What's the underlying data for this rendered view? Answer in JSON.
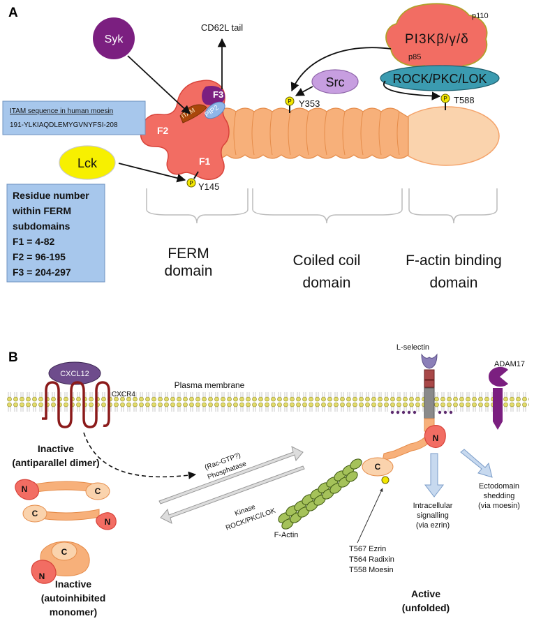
{
  "panelA": {
    "letter": "A",
    "labels": {
      "syk": "Syk",
      "cd62l_tail": "CD62L tail",
      "pi3k": "PI3Kβ/γ/δ",
      "p110": "p110",
      "p85": "p85",
      "src": "Src",
      "rock": "ROCK/PKC/LOK",
      "lck": "Lck",
      "f1": "F1",
      "f2": "F2",
      "f3": "F3",
      "itam": "ITAM",
      "pip2": "PIP2",
      "y145": "Y145",
      "y353": "Y353",
      "t588": "T588",
      "p": "P"
    },
    "itam_box": {
      "title": "ITAM sequence in human moesin",
      "sequence": "191-YLKIAQDLEMYGVNYFSI-208"
    },
    "residue_box": {
      "lines": [
        "Residue number",
        "within FERM",
        "subdomains",
        "F1 = 4-82",
        "F2 = 96-195",
        "F3 = 204-297"
      ]
    },
    "domains": {
      "ferm": [
        "FERM",
        "domain"
      ],
      "coiled": [
        "Coiled coil",
        "domain"
      ],
      "factin": [
        "F-actin binding",
        "domain"
      ]
    },
    "colors": {
      "ferm_red": "#f26d63",
      "coil_orange": "#f7b07a",
      "factin_peach": "#fad3ad",
      "syk_purple": "#7b1f80",
      "lck_yellow": "#f7f000",
      "src_lavender": "#c79ee0",
      "rock_teal": "#3b9bb0",
      "box_blue": "#a7c7ec"
    }
  },
  "panelB": {
    "letter": "B",
    "labels": {
      "cxcl12": "CXCL12",
      "cxcr4": "CXCR4",
      "plasma_membrane": "Plasma membrane",
      "l_selectin": "L-selectin",
      "adam17": "ADAM17",
      "inactive_dimer": [
        "Inactive",
        "(antiparallel dimer)"
      ],
      "inactive_monomer": [
        "Inactive",
        "(autoinhibited",
        "monomer)"
      ],
      "active": [
        "Active",
        "(unfolded)"
      ],
      "phosphatase": [
        "(Rac-GTP?)",
        "Phosphatase"
      ],
      "kinase": [
        "Kinase",
        "ROCK/PKC/LOK"
      ],
      "f_actin": "F-Actin",
      "residues": [
        "T567 Ezrin",
        "T564 Radixin",
        "T558 Moesin"
      ],
      "intracellular": [
        "Intracellular",
        "signalling",
        "(via ezrin)"
      ],
      "ectodomain": [
        "Ectodomain",
        "shedding",
        "(via moesin)"
      ],
      "n": "N",
      "c": "C"
    }
  }
}
